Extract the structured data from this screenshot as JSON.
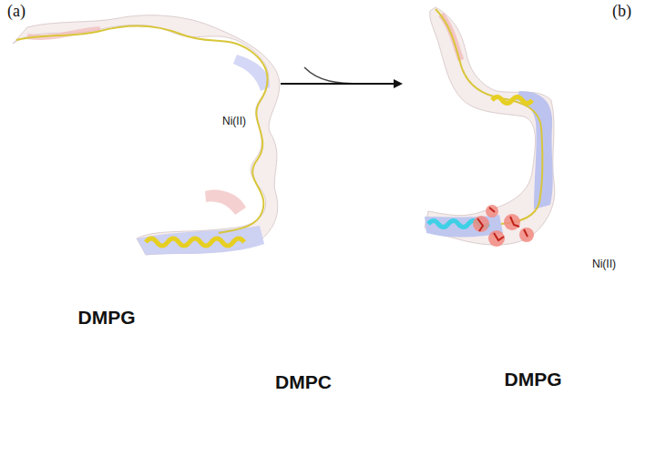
{
  "diagram": {
    "nodes": [
      {
        "text": [
          "Ni(II)"
        ]
      },
      {
        "text": [
          "P"
        ]
      },
      {
        "text": [
          "Ni(II)"
        ]
      },
      {
        "text": [
          "DMPG"
        ]
      },
      {
        "text": [
          "DMPC"
        ]
      },
      {
        "text": [
          "DMPG"
        ]
      }
    ],
    "labels": [
      "(a)",
      "(b)"
    ]
  }
}
